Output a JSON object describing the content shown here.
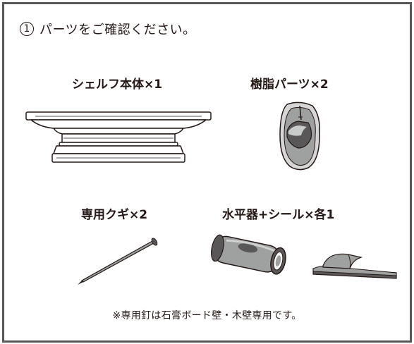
{
  "step": {
    "number": "1",
    "instruction": "パーツをご確認ください。"
  },
  "parts": [
    {
      "label": "シェルフ本体×1",
      "icon": "shelf-body-icon"
    },
    {
      "label": "樹脂パーツ×2",
      "icon": "resin-bracket-icon"
    },
    {
      "label": "専用クギ×2",
      "icon": "nail-icon"
    },
    {
      "label": "水平器+シール×各1",
      "icon": "level-and-sticker-icon"
    }
  ],
  "note": "※専用釘は石膏ボード壁・木壁専用です。",
  "colors": {
    "border": "#595757",
    "text": "#231815",
    "fill_gray": "#9fa0a0",
    "fill_dark": "#595757"
  }
}
